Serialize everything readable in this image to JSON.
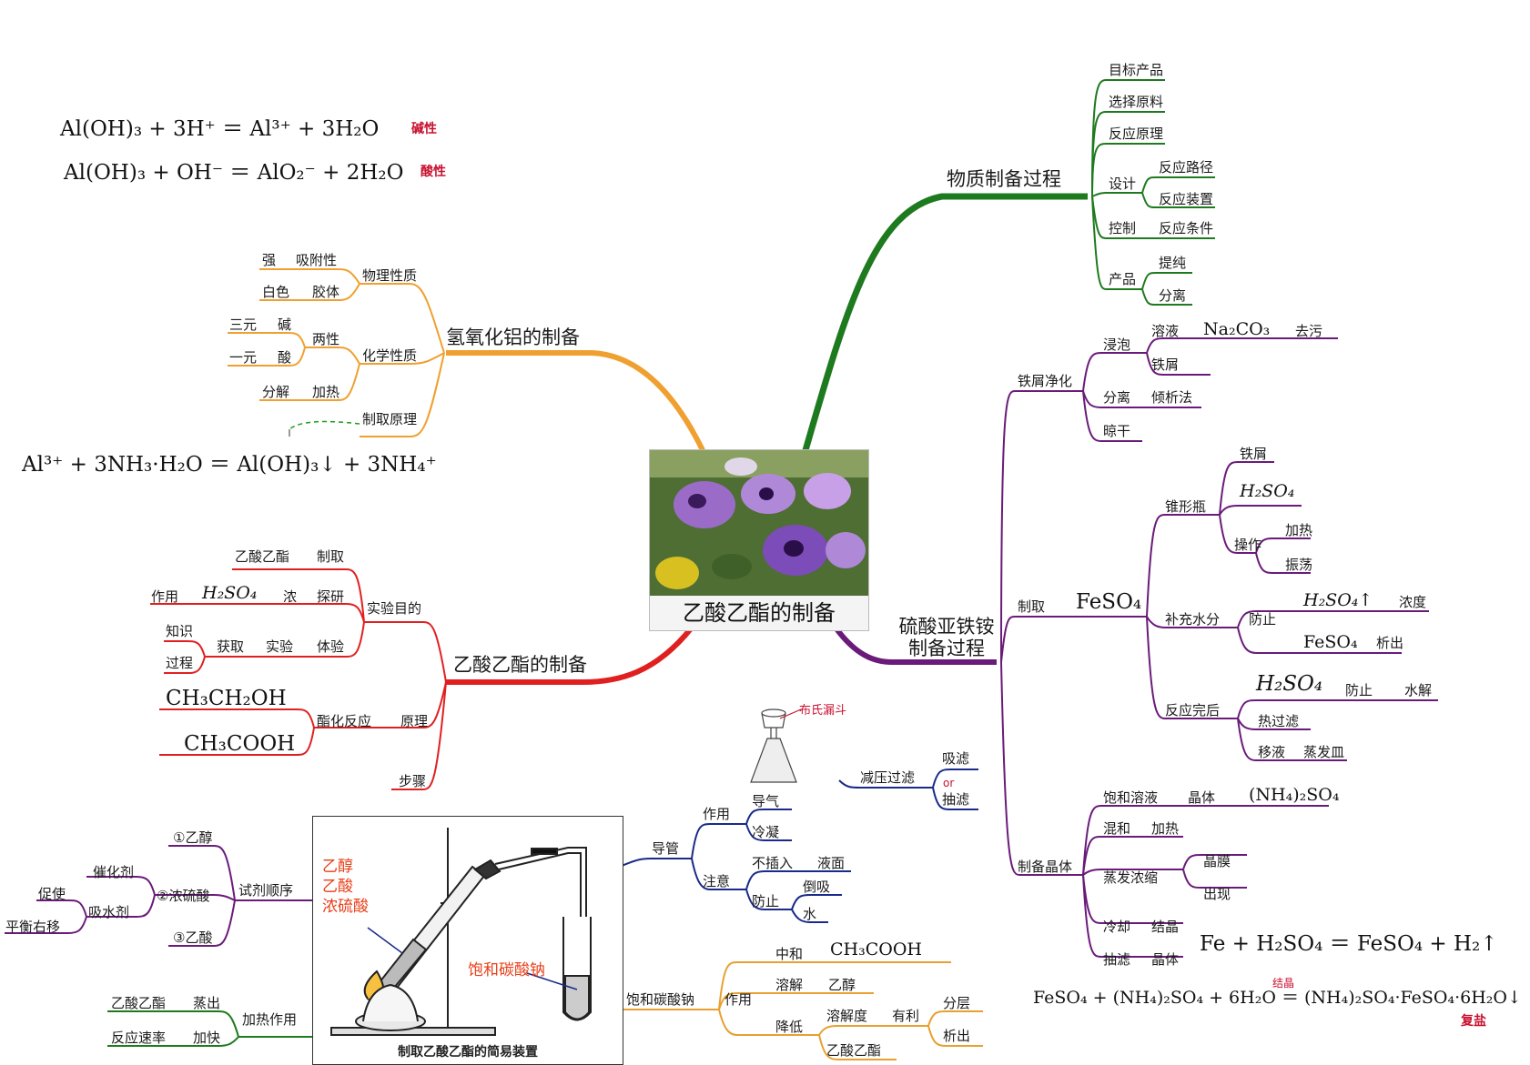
{
  "center": {
    "title": "乙酸乙酯的制备"
  },
  "formulas": {
    "aloh_acid": "Al(OH)₃ + 3H⁺ ＝ Al³⁺ + 3H₂O",
    "aloh_acid_tag": "碱性",
    "aloh_base": "Al(OH)₃ + OH⁻ ＝ AlO₂⁻ + 2H₂O",
    "aloh_base_tag": "酸性",
    "al_nh3": "Al³⁺ + 3NH₃·H₂O ＝ Al(OH)₃↓ + 3NH₄⁺",
    "fe_h2so4": "Fe + H₂SO₄ ＝ FeSO₄ + H₂↑",
    "feso4_salt": "FeSO₄ + (NH₄)₂SO₄ + 6H₂O ＝ (NH₄)₂SO₄·FeSO₄·6H₂O↓",
    "jiejing": "结晶",
    "fuyan": "复盐"
  },
  "branch_prep": {
    "title": "物质制备过程",
    "items": [
      "目标产品",
      "选择原料",
      "反应原理",
      "设计",
      "反应路径",
      "反应装置",
      "控制",
      "反应条件",
      "产品",
      "提纯",
      "分离"
    ]
  },
  "branch_aloh": {
    "title": "氢氧化铝的制备",
    "phys": "物理性质",
    "phys_a1": "强",
    "phys_a2": "吸附性",
    "phys_b1": "白色",
    "phys_b2": "胶体",
    "chem": "化学性质",
    "chem_a": "两性",
    "chem_a1": "三元",
    "chem_a2": "碱",
    "chem_b1": "一元",
    "chem_b2": "酸",
    "chem_c1": "分解",
    "chem_c2": "加热",
    "principle": "制取原理"
  },
  "branch_fe": {
    "title_l1": "硫酸亚铁铵",
    "title_l2": "制备过程",
    "clean": "铁屑净化",
    "soak": "浸泡",
    "solution": "溶液",
    "na2co3": "Na₂CO₃",
    "degrease": "去污",
    "scrap": "铁屑",
    "sep": "分离",
    "decant": "倾析法",
    "dry": "晾干",
    "make": "制取",
    "feso4": "FeSO₄",
    "flask": "锥形瓶",
    "f_scrap": "铁屑",
    "f_h2so4": "H₂SO₄",
    "op": "操作",
    "heat": "加热",
    "shake": "振荡",
    "water": "补充水分",
    "prevent": "防止",
    "h2so4_up": "H₂SO₄↑",
    "conc": "浓度",
    "feso4_2": "FeSO₄",
    "precip": "析出",
    "after": "反应完后",
    "h2so4_3": "H₂SO₄",
    "prevent2": "防止",
    "hydro": "水解",
    "hotfilter": "热过滤",
    "move": "移液",
    "dish": "蒸发皿",
    "crystal": "制备晶体",
    "sat": "饱和溶液",
    "cryst": "晶体",
    "nh4so4": "(NH₄)₂SO₄",
    "mix": "混和",
    "heat2": "加热",
    "evap": "蒸发浓缩",
    "film": "晶膜",
    "appear": "出现",
    "cool": "冷却",
    "crystallize": "结晶",
    "suction": "抽滤",
    "cryst2": "晶体"
  },
  "filter": {
    "label": "减压过滤",
    "a": "吸滤",
    "or": "or",
    "b": "抽滤",
    "funnel": "布氏漏斗"
  },
  "branch_ester": {
    "title": "乙酸乙酯的制备",
    "goal": "实验目的",
    "g1a": "乙酸乙酯",
    "g1b": "制取",
    "g2a": "作用",
    "g2b": "H₂SO₄",
    "g2c": "浓",
    "g2d": "探研",
    "g3a": "知识",
    "g3b": "过程",
    "g3c": "获取",
    "g3d": "实验",
    "g3e": "体验",
    "etoh": "CH₃CH₂OH",
    "acoh": "CH₃COOH",
    "esterif": "酯化反应",
    "principle": "原理",
    "steps": "步骤"
  },
  "branch_reagent": {
    "order": "试剂顺序",
    "r1": "①乙醇",
    "r2": "②浓硫酸",
    "r3": "③乙酸",
    "cat": "催化剂",
    "absorb": "吸水剂",
    "promote": "促使",
    "shift": "平衡右移",
    "heat_effect": "加热作用",
    "h1a": "乙酸乙酯",
    "h1b": "蒸出",
    "h2a": "反应速率",
    "h2b": "加快"
  },
  "branch_tube": {
    "tube": "导管",
    "effect": "作用",
    "gas": "导气",
    "cond": "冷凝",
    "note": "注意",
    "noins": "不插入",
    "surface": "液面",
    "prevent": "防止",
    "back": "倒吸",
    "water": "水"
  },
  "branch_na2co3": {
    "title": "饱和碳酸钠",
    "effect": "作用",
    "neutral": "中和",
    "acoh": "CH₃COOH",
    "dissolve": "溶解",
    "etoh": "乙醇",
    "lower": "降低",
    "solub": "溶解度",
    "favor": "有利",
    "layer": "分层",
    "precip": "析出",
    "ester": "乙酸乙酯"
  },
  "apparatus": {
    "l1": "乙醇",
    "l2": "乙酸",
    "l3": "浓硫酸",
    "na2co3": "饱和碳酸钠",
    "caption": "制取乙酸乙酯的简易装置"
  },
  "colors": {
    "green": "#1e7a1e",
    "orange": "#f0a030",
    "purple": "#6a1b7a",
    "red": "#e02020",
    "navy": "#1a2a8a",
    "gold": "#e8a030"
  }
}
